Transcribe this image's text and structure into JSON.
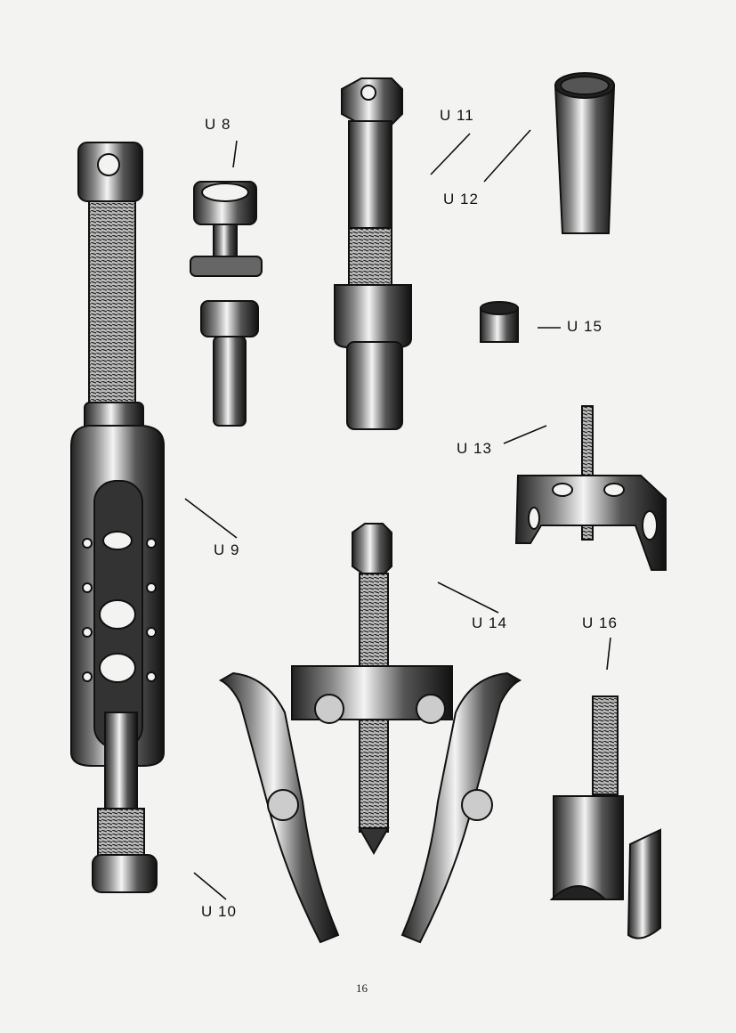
{
  "labels": {
    "u8": "U  8",
    "u9": "U  9",
    "u10": "U  10",
    "u11": "U  11",
    "u12": "U  12",
    "u13": "U  13",
    "u14": "U  14",
    "u15": "U  15",
    "u16": "U  16"
  },
  "page_number": "16",
  "colors": {
    "paper": "#f3f3f1",
    "ink": "#111111"
  }
}
